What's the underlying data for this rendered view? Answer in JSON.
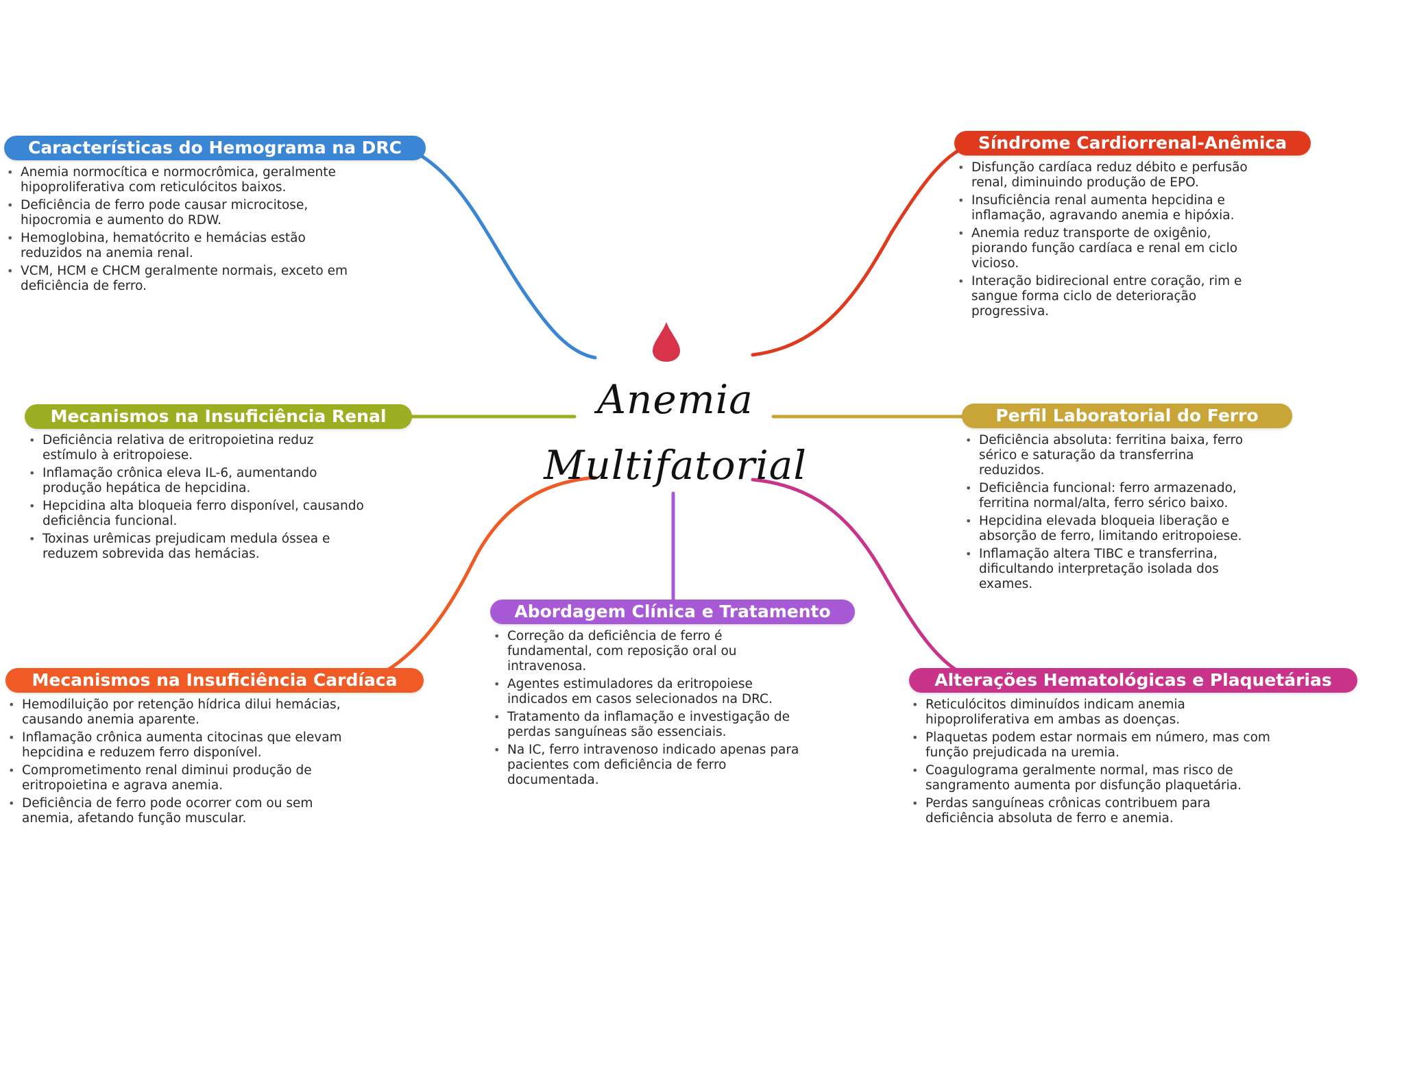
{
  "center": {
    "title_line1": "Anemia",
    "title_line2": "Multifatorial",
    "icon": "blood-drop-icon",
    "icon_color": "#d7334a"
  },
  "branches": [
    {
      "key": "hemograma",
      "title": "Características do Hemograma na DRC",
      "color": "#3a86d4",
      "items": [
        "Anemia normocítica e normocrômica, geralmente hipoproliferativa com reticulócitos baixos.",
        "Deficiência de ferro pode causar microcitose, hipocromia e aumento do RDW.",
        "Hemoglobina, hematócrito e hemácias estão reduzidos na anemia renal.",
        "VCM, HCM e CHCM geralmente normais, exceto em deficiência de ferro."
      ]
    },
    {
      "key": "renal",
      "title": "Mecanismos na Insuficiência Renal",
      "color": "#9caf22",
      "items": [
        "Deficiência relativa de eritropoietina reduz estímulo à eritropoiese.",
        "Inflamação crônica eleva IL-6, aumentando produção hepática de hepcidina.",
        "Hepcidina alta bloqueia ferro disponível, causando deficiência funcional.",
        "Toxinas urêmicas prejudicam medula óssea e reduzem sobrevida das hemácias."
      ]
    },
    {
      "key": "cardiaca",
      "title": "Mecanismos na Insuficiência Cardíaca",
      "color": "#f05a24",
      "items": [
        "Hemodiluição por retenção hídrica dilui hemácias, causando anemia aparente.",
        "Inflamação crônica aumenta citocinas que elevam hepcidina e reduzem ferro disponível.",
        "Comprometimento renal diminui produção de eritropoietina e agrava anemia.",
        "Deficiência de ferro pode ocorrer com ou sem anemia, afetando função muscular."
      ]
    },
    {
      "key": "abordagem",
      "title": "Abordagem Clínica e Tratamento",
      "color": "#a85ad6",
      "items": [
        "Correção da deficiência de ferro é fundamental, com reposição oral ou intravenosa.",
        "Agentes estimuladores da eritropoiese indicados em casos selecionados na DRC.",
        "Tratamento da inflamação e investigação de perdas sanguíneas são essenciais.",
        "Na IC, ferro intravenoso indicado apenas para pacientes com deficiência de ferro documentada."
      ]
    },
    {
      "key": "cardiorrenal",
      "title": "Síndrome Cardiorrenal-Anêmica",
      "color": "#e03a1e",
      "items": [
        "Disfunção cardíaca reduz débito e perfusão renal, diminuindo produção de EPO.",
        "Insuficiência renal aumenta hepcidina e inflamação, agravando anemia e hipóxia.",
        "Anemia reduz transporte de oxigênio, piorando função cardíaca e renal em ciclo vicioso.",
        "Interação bidirecional entre coração, rim e sangue forma ciclo de deterioração progressiva."
      ]
    },
    {
      "key": "ferro",
      "title": "Perfil Laboratorial do Ferro",
      "color": "#c9a436",
      "items": [
        "Deficiência absoluta: ferritina baixa, ferro sérico e saturação da transferrina reduzidos.",
        "Deficiência funcional: ferro armazenado, ferritina normal/alta, ferro sérico baixo.",
        "Hepcidina elevada bloqueia liberação e absorção de ferro, limitando eritropoiese.",
        "Inflamação altera TIBC e transferrina, dificultando interpretação isolada dos exames."
      ]
    },
    {
      "key": "hematologicas",
      "title": "Alterações Hematológicas e Plaquetárias",
      "color": "#c9338a",
      "items": [
        "Reticulócitos diminuídos indicam anemia hipoproliferativa em ambas as doenças.",
        "Plaquetas podem estar normais em número, mas com função prejudicada na uremia.",
        "Coagulograma geralmente normal, mas risco de sangramento aumenta por disfunção plaquetária.",
        "Perdas sanguíneas crônicas contribuem para deficiência absoluta de ferro e anemia."
      ]
    }
  ]
}
